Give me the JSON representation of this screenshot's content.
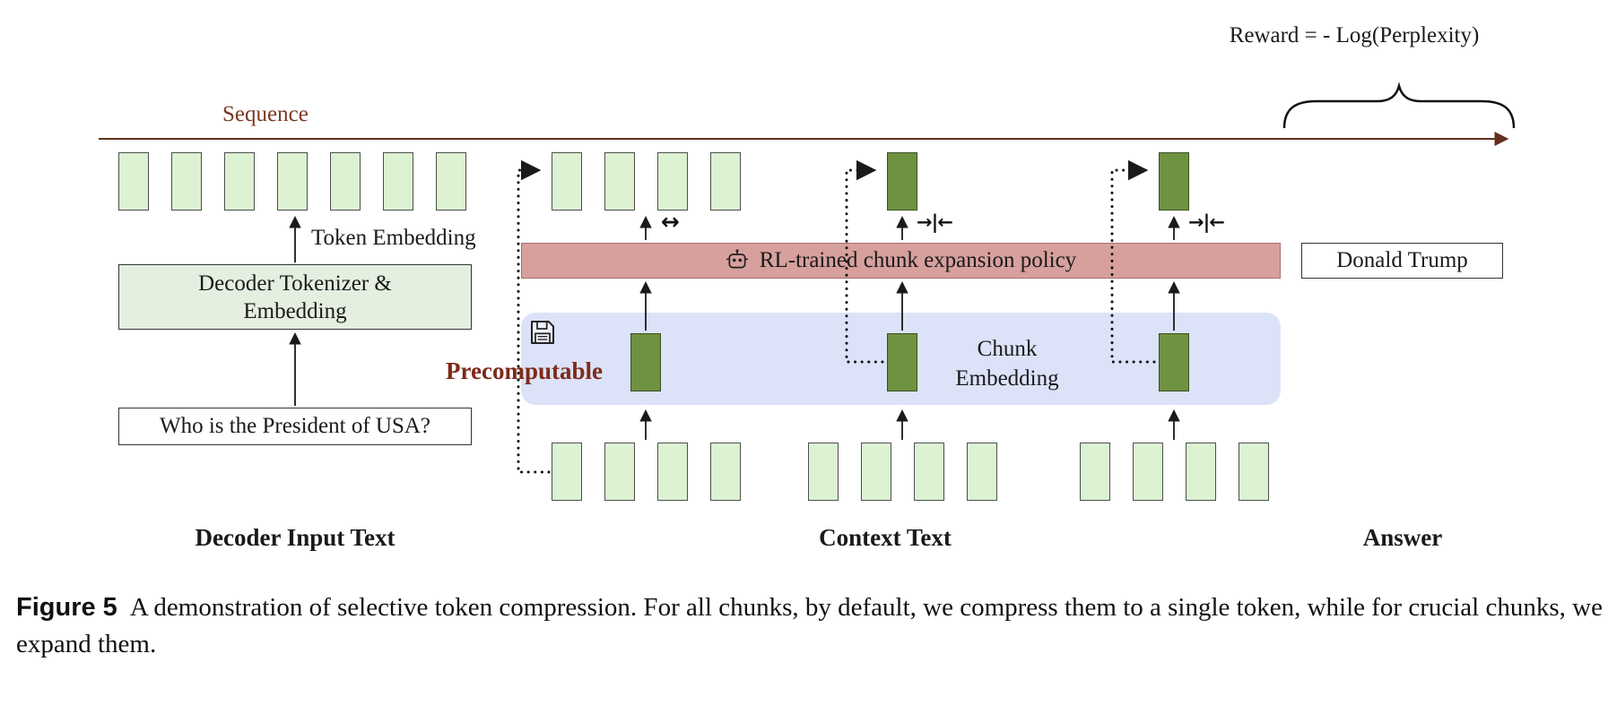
{
  "diagram": {
    "reward_label": "Reward = - Log(Perplexity)",
    "sequence_label": "Sequence",
    "token_embedding_label": "Token Embedding",
    "decoder_tokenizer_box": {
      "line1": "Decoder Tokenizer &",
      "line2": "Embedding"
    },
    "decoder_input_box": {
      "text": "Who is the President of USA?"
    },
    "policy_bar": {
      "label": "RL-trained chunk expansion policy",
      "icon": "robot-icon"
    },
    "precomputable_label": "Precomputable",
    "precomputable_icon": "floppy-disk-icon",
    "chunk_embedding_label": {
      "line1": "Chunk",
      "line2": "Embedding"
    },
    "answer_box": {
      "text": "Donald Trump"
    },
    "symbols": {
      "expand": "↔",
      "compress": "→|←"
    },
    "section_labels": {
      "decoder_input": "Decoder Input Text",
      "context": "Context Text",
      "answer": "Answer"
    },
    "token_groups": {
      "decoder_tokens": 7,
      "expanded_chunk_tokens": 4,
      "compressed_chunk_tokens": 2,
      "context_chunk_1": 4,
      "context_chunk_2": 4,
      "context_chunk_3": 4,
      "chunk_embeddings": 3
    },
    "colors": {
      "token_fill": "#dcf2d3",
      "token_border": "#4d4d4d",
      "chunk_fill": "#6f9240",
      "chunk_border": "#3c4d22",
      "policy_bar_fill": "#d7a09d",
      "policy_bar_border": "#a86f6c",
      "precompute_fill": "#dce2f8",
      "decoder_box_fill": "#e5efe0",
      "sequence_color": "#63301d",
      "accent_maroon": "#7e2a18"
    }
  },
  "caption": {
    "tag": "Figure 5",
    "text": "A demonstration of selective token compression. For all chunks, by default, we compress them to a single token, while for crucial chunks, we expand them."
  }
}
